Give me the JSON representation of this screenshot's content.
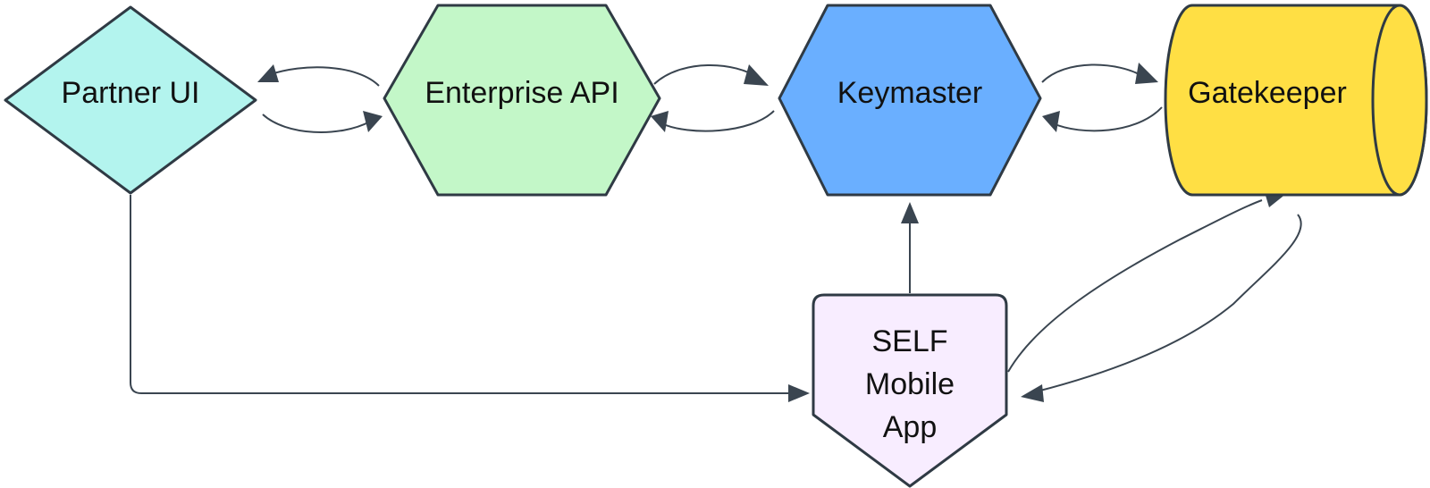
{
  "nodes": {
    "partner_ui": {
      "label": "Partner UI",
      "shape": "diamond",
      "color": "#b3f4ee"
    },
    "enterprise_api": {
      "label": "Enterprise API",
      "shape": "hexagon",
      "color": "#c3f7c8"
    },
    "keymaster": {
      "label": "Keymaster",
      "shape": "hexagon",
      "color": "#6aafff"
    },
    "gatekeeper": {
      "label": "Gatekeeper",
      "shape": "cylinder",
      "color": "#ffdf44"
    },
    "self_mobile_app": {
      "label_lines": [
        "SELF",
        "Mobile",
        "App"
      ],
      "shape": "pentagon-pointer",
      "color": "#f8edff"
    }
  },
  "edges": [
    {
      "from": "Partner UI",
      "to": "Enterprise API"
    },
    {
      "from": "Enterprise API",
      "to": "Partner UI"
    },
    {
      "from": "Enterprise API",
      "to": "Keymaster"
    },
    {
      "from": "Keymaster",
      "to": "Enterprise API"
    },
    {
      "from": "Keymaster",
      "to": "Gatekeeper"
    },
    {
      "from": "Gatekeeper",
      "to": "Keymaster"
    },
    {
      "from": "Partner UI",
      "to": "SELF Mobile App"
    },
    {
      "from": "SELF Mobile App",
      "to": "Keymaster"
    },
    {
      "from": "SELF Mobile App",
      "to": "Gatekeeper"
    },
    {
      "from": "Gatekeeper",
      "to": "SELF Mobile App"
    }
  ],
  "colors": {
    "stroke": "#2f3a44",
    "edge": "#3a4550",
    "background": "#ffffff"
  }
}
